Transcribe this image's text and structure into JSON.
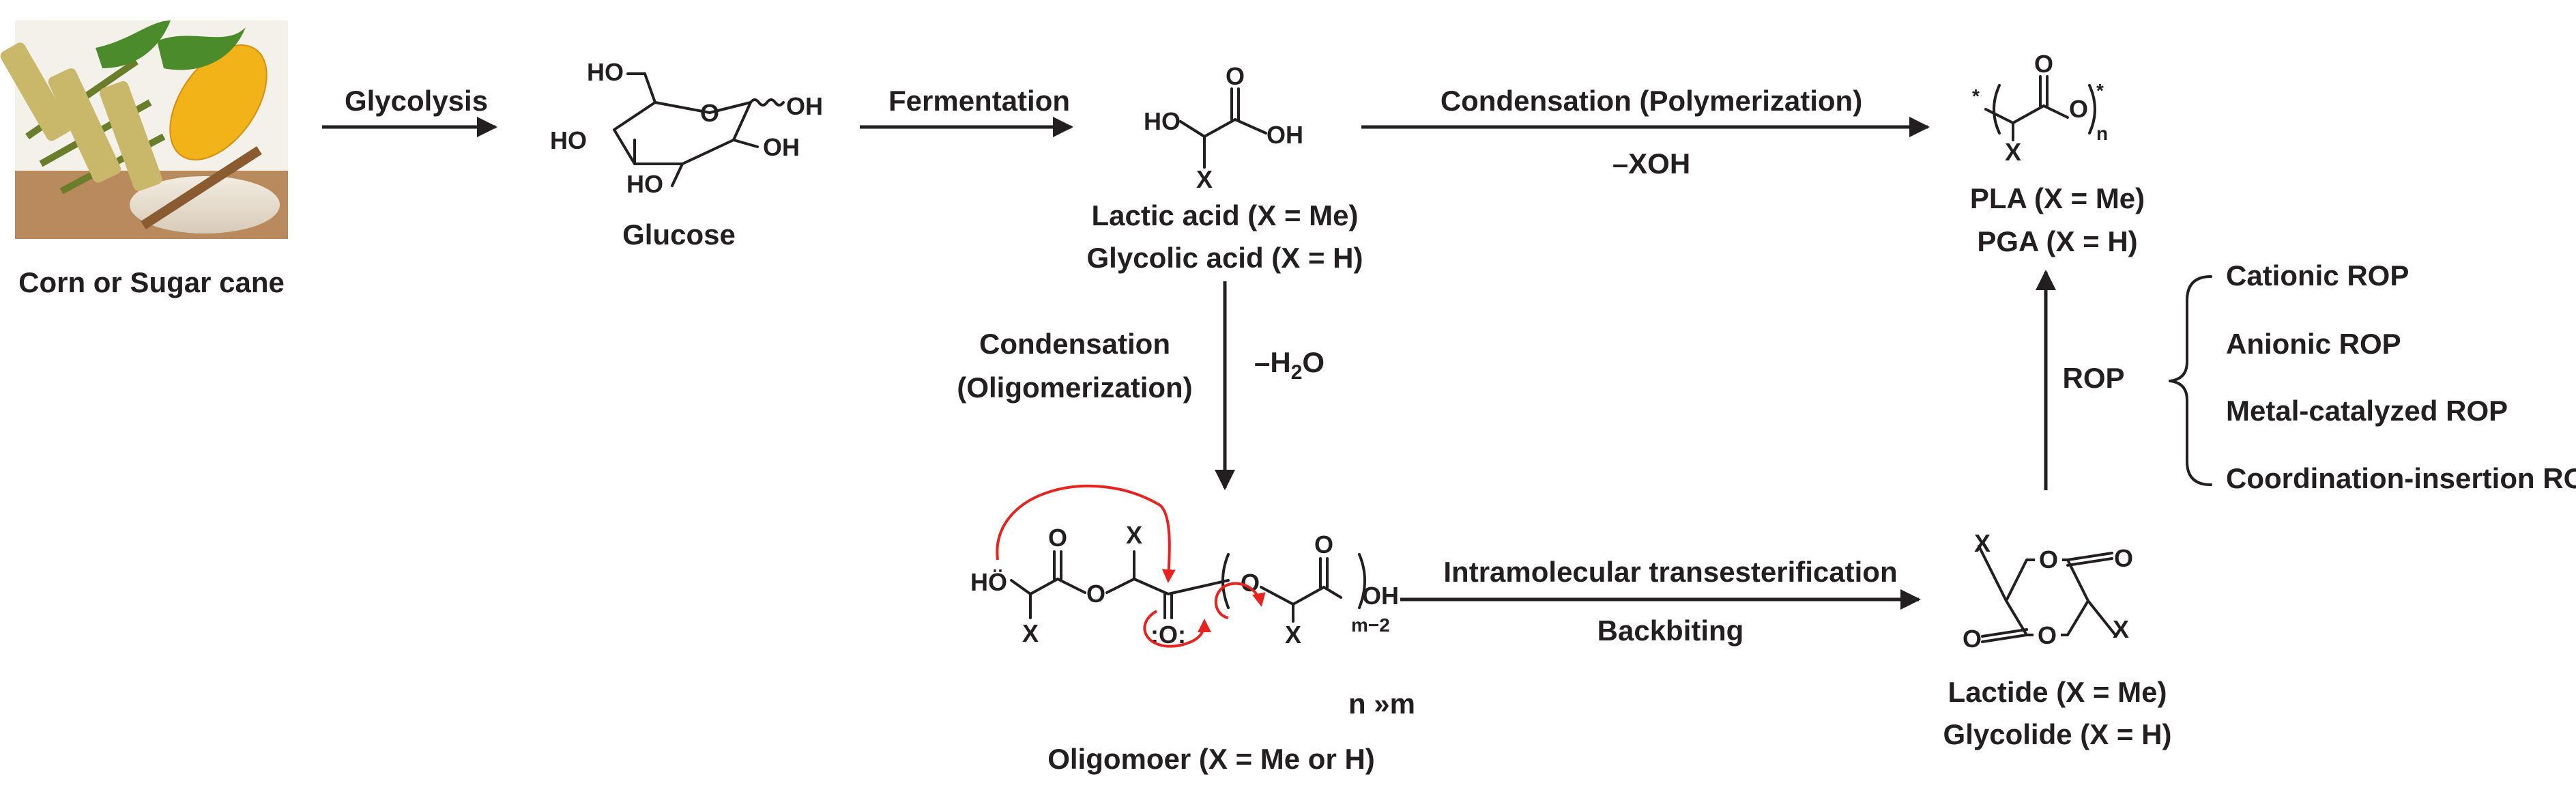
{
  "source_label": "Corn or Sugar cane",
  "steps": {
    "glycolysis": "Glycolysis",
    "fermentation": "Fermentation",
    "condensation_polymerization": "Condensation (Polymerization)",
    "minus_xoh": "–XOH",
    "condensation_title": "Condensation",
    "oligomerization": "(Oligomerization)",
    "minus_h2o_prefix": "–H",
    "minus_h2o_sub": "2",
    "minus_h2o_suffix": "O",
    "intramolecular": "Intramolecular transesterification",
    "backbiting": "Backbiting",
    "rop": "ROP"
  },
  "compounds": {
    "glucose": "Glucose",
    "lactic_acid": "Lactic acid (X = Me)",
    "glycolic_acid": "Glycolic acid (X = H)",
    "pla": "PLA (X = Me)",
    "pga": "PGA (X = H)",
    "lactide": "Lactide (X = Me)",
    "glycolide": "Glycolide (X = H)",
    "oligomer": "Oligomoer (X = Me or H)",
    "n_vs_m": "n »m"
  },
  "rop_types": [
    "Cationic ROP",
    "Anionic ROP",
    "Metal-catalyzed  ROP",
    "Coordination-insertion ROP"
  ],
  "atoms": {
    "ho": "HO",
    "oh": "OH",
    "o": "O",
    "x": "X",
    "star": "*",
    "n": "n",
    "m2": "m−2",
    "ho_dots": "HÖ",
    "o_lone": ":O:"
  },
  "colors": {
    "ink": "#231f20",
    "mechanism_arrow": "#e8231f"
  },
  "icons": {
    "source_photo": "corn-sugarcane-photo"
  }
}
